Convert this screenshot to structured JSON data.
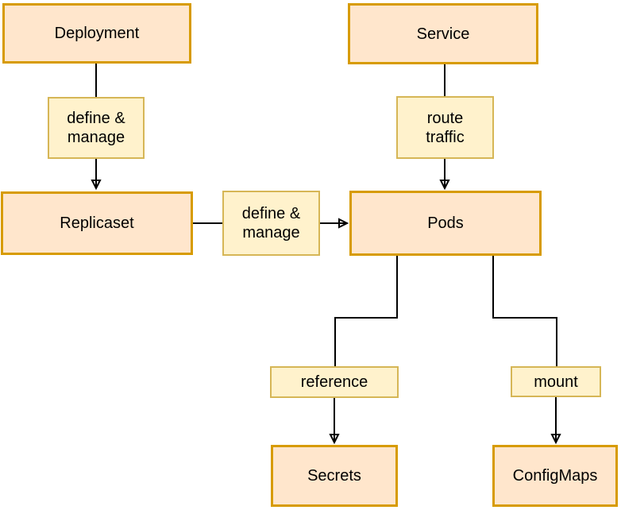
{
  "colors": {
    "background": "#ffffff",
    "node_fill": "#ffe6cc",
    "node_border": "#d79b00",
    "label_fill": "#fff2cc",
    "label_border": "#d6b656",
    "connector": "#000000",
    "text": "#000000"
  },
  "nodes": {
    "deployment": {
      "label": "Deployment"
    },
    "service": {
      "label": "Service"
    },
    "replicaset": {
      "label": "Replicaset"
    },
    "pods": {
      "label": "Pods"
    },
    "secrets": {
      "label": "Secrets"
    },
    "configmaps": {
      "label": "ConfigMaps"
    }
  },
  "edge_labels": {
    "deployment_replicaset": {
      "label": "define &\nmanage"
    },
    "service_pods": {
      "label": "route\ntraffic"
    },
    "replicaset_pods": {
      "label": "define &\nmanage"
    },
    "pods_secrets": {
      "label": "reference"
    },
    "pods_configmaps": {
      "label": "mount"
    }
  }
}
